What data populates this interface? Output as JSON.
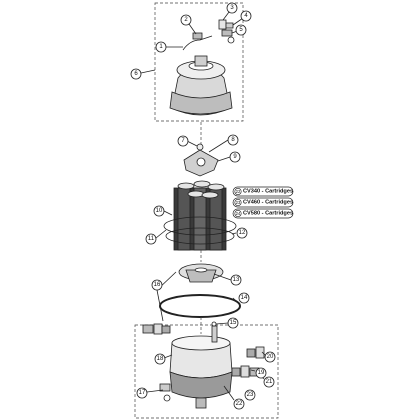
{
  "callouts": {
    "c1": "1",
    "c2": "2",
    "c3": "3",
    "c4": "4",
    "c5": "5",
    "c6": "6",
    "c7": "7",
    "c8": "8",
    "c9": "9",
    "c10": "10",
    "c11": "11",
    "c12": "12",
    "c13": "13",
    "c14": "14",
    "c15": "15",
    "c16": "16",
    "c17": "17",
    "c18": "18",
    "c19": "19",
    "c20": "20",
    "c21": "21",
    "c22": "22",
    "c23": "23"
  },
  "cartridges": [
    {
      "num": "22",
      "label": "CV340 - Cartridges"
    },
    {
      "num": "23",
      "label": "CV460 - Cartridges"
    },
    {
      "num": "24",
      "label": "CV580 - Cartridges"
    }
  ]
}
